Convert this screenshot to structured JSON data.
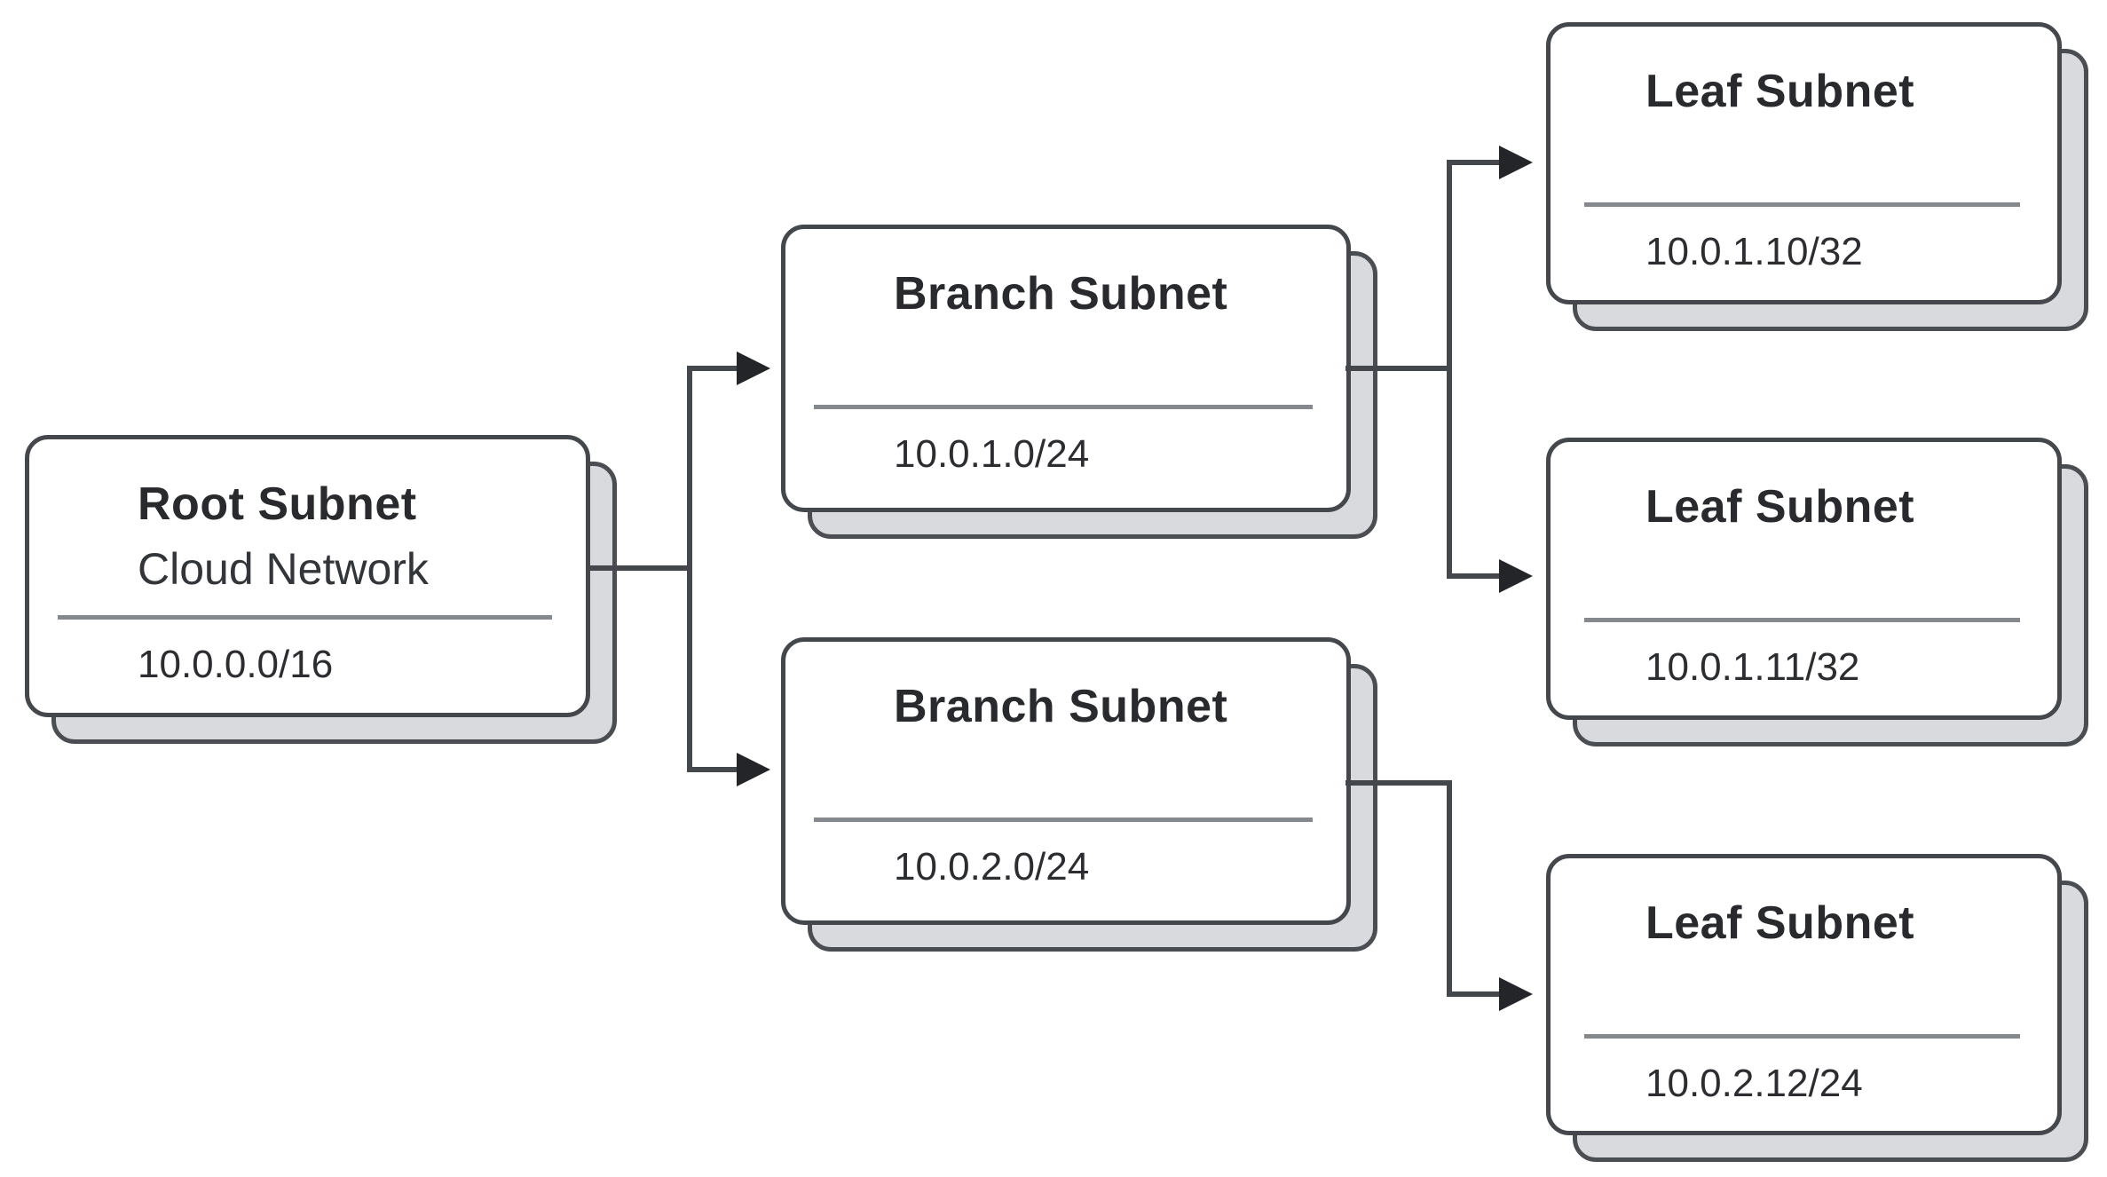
{
  "diagram": {
    "description": "Subnet hierarchy diagram",
    "nodes": [
      {
        "id": "root",
        "role": "root",
        "title": "Root Subnet",
        "subtitle": "Cloud Network",
        "cidr": "10.0.0.0/16"
      },
      {
        "id": "branch-1",
        "role": "branch",
        "title": "Branch Subnet",
        "cidr": "10.0.1.0/24"
      },
      {
        "id": "branch-2",
        "role": "branch",
        "title": "Branch Subnet",
        "cidr": "10.0.2.0/24"
      },
      {
        "id": "leaf-1",
        "role": "leaf",
        "title": "Leaf Subnet",
        "cidr": "10.0.1.10/32"
      },
      {
        "id": "leaf-2",
        "role": "leaf",
        "title": "Leaf Subnet",
        "cidr": "10.0.1.11/32"
      },
      {
        "id": "leaf-3",
        "role": "leaf",
        "title": "Leaf Subnet",
        "cidr": "10.0.2.12/24"
      }
    ],
    "edges": [
      {
        "from": "root",
        "to": "branch-1"
      },
      {
        "from": "root",
        "to": "branch-2"
      },
      {
        "from": "branch-1",
        "to": "leaf-1"
      },
      {
        "from": "branch-1",
        "to": "leaf-2"
      },
      {
        "from": "branch-2",
        "to": "leaf-3"
      }
    ],
    "colors": {
      "background": "#ffffff",
      "card_fill": "#ffffff",
      "card_border": "#44474c",
      "stack_shadow_fill": "#d8dadd",
      "divider": "#85888c",
      "connector_line": "#44474c",
      "arrowhead": "#232529",
      "text": "#282a2e"
    }
  }
}
